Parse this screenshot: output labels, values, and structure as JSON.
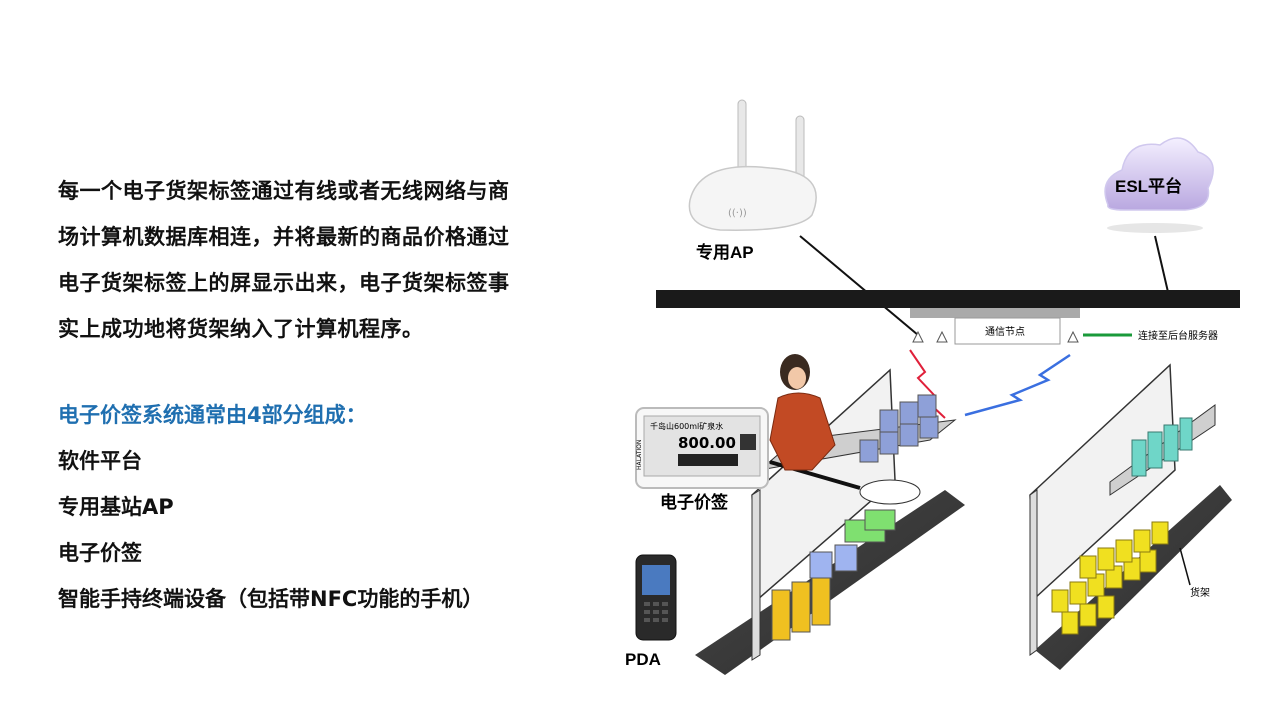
{
  "intro": {
    "lines": [
      "每一个电子货架标签通过有线或者无线网络与商",
      "场计算机数据库相连，并将最新的商品价格通过",
      "电子货架标签上的屏显示出来，电子货架标签事",
      "实上成功地将货架纳入了计算机程序。"
    ]
  },
  "components": {
    "heading": "电子价签系统通常由4部分组成：",
    "items": [
      "软件平台",
      "专用基站AP",
      "电子价签",
      "智能手持终端设备（包括带NFC功能的手机）"
    ]
  },
  "diagram": {
    "ap_label": "专用AP",
    "cloud_label": "ESL平台",
    "node_label": "通信节点",
    "server_label": "连接至后台服务器",
    "esl_label": "电子价签",
    "esl_screen_title": "千岛山600ml矿泉水",
    "esl_price": "800.00",
    "esl_brand": "HALATION",
    "shelf_label": "货架",
    "pda_label": "PDA",
    "colors": {
      "accent_blue": "#1f6fb0",
      "signal_red": "#e0203a",
      "signal_blue": "#3a6fe0",
      "link_green": "#1a9a3a",
      "beam": "#1a1a1a"
    }
  }
}
